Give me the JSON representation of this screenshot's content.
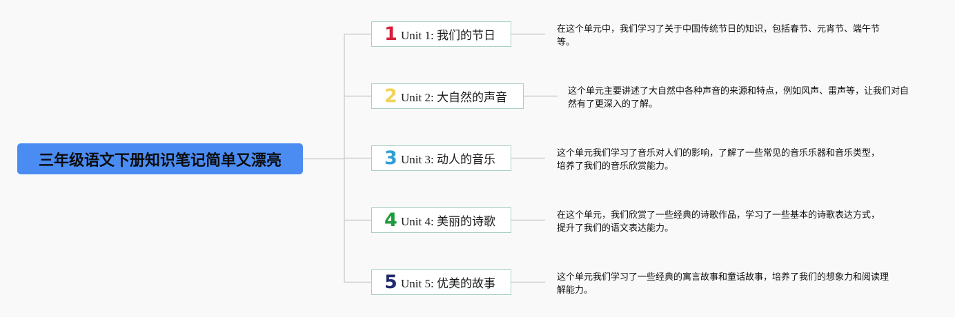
{
  "root": {
    "title": "三年级语文下册知识笔记简单又漂亮"
  },
  "units": [
    {
      "number": "1",
      "number_color": "#d81e3a",
      "label": "Unit 1: 我们的节日",
      "description": "在这个单元中，我们学习了关于中国传统节日的知识，包括春节、元宵节、端午节等。"
    },
    {
      "number": "2",
      "number_color": "#f2d35a",
      "label": "Unit 2: 大自然的声音",
      "description": "这个单元主要讲述了大自然中各种声音的来源和特点，例如风声、雷声等，让我们对自然有了更深入的了解。"
    },
    {
      "number": "3",
      "number_color": "#2e9fd6",
      "label": "Unit 3: 动人的音乐",
      "description": "这个单元我们学习了音乐对人们的影响，了解了一些常见的音乐乐器和音乐类型，培养了我们的音乐欣赏能力。"
    },
    {
      "number": "4",
      "number_color": "#1f9a3a",
      "label": "Unit 4: 美丽的诗歌",
      "description": "在这个单元，我们欣赏了一些经典的诗歌作品，学习了一些基本的诗歌表达方式，提升了我们的语文表达能力。"
    },
    {
      "number": "5",
      "number_color": "#1f2a6e",
      "label": "Unit 5: 优美的故事",
      "description": "这个单元我们学习了一些经典的寓言故事和童话故事，培养了我们的想象力和阅读理解能力。"
    }
  ]
}
